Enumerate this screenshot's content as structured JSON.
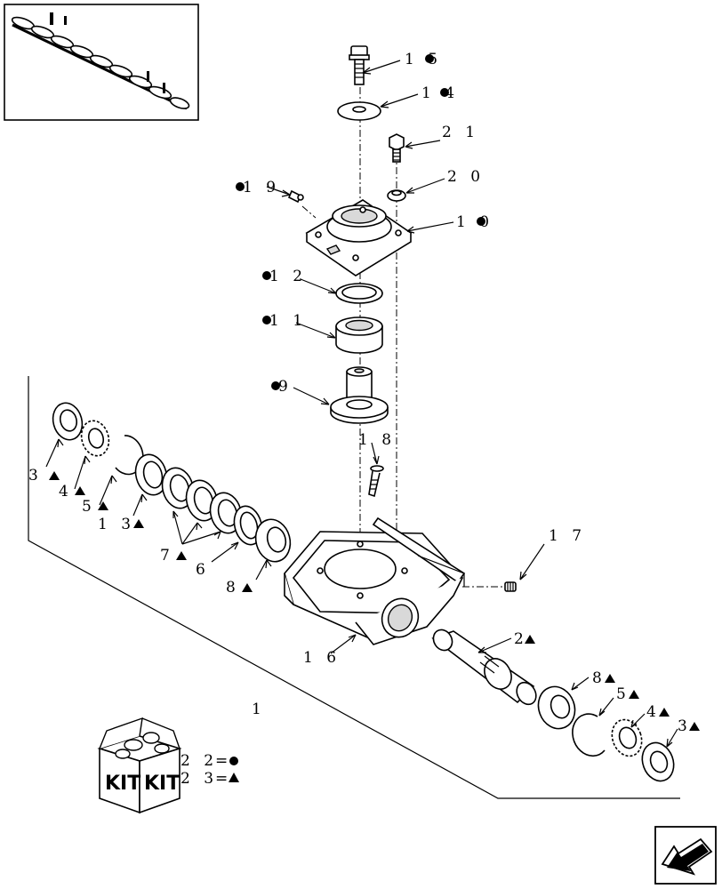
{
  "parts": [
    {
      "name": "part-label-15",
      "text": "1 5",
      "sym": "circle"
    },
    {
      "name": "part-label-14",
      "text": "1 4",
      "sym": "circle"
    },
    {
      "name": "part-label-21",
      "text": "2 1",
      "sym": ""
    },
    {
      "name": "part-label-20",
      "text": "2 0",
      "sym": ""
    },
    {
      "name": "part-label-19",
      "text": "1 9",
      "sym": "circle"
    },
    {
      "name": "part-label-10",
      "text": "1 0",
      "sym": "circle"
    },
    {
      "name": "part-label-12",
      "text": "1 2",
      "sym": "circle"
    },
    {
      "name": "part-label-11",
      "text": "1 1",
      "sym": "circle"
    },
    {
      "name": "part-label-9",
      "text": "9",
      "sym": "circle"
    },
    {
      "name": "part-label-18",
      "text": "1 8",
      "sym": ""
    },
    {
      "name": "part-label-3-left",
      "text": "3",
      "sym": "triangle"
    },
    {
      "name": "part-label-4-left",
      "text": "4",
      "sym": "triangle"
    },
    {
      "name": "part-label-5-left",
      "text": "5",
      "sym": "triangle"
    },
    {
      "name": "part-label-13",
      "text": "1 3",
      "sym": "triangle"
    },
    {
      "name": "part-label-7",
      "text": "7",
      "sym": "triangle"
    },
    {
      "name": "part-label-6",
      "text": "6",
      "sym": ""
    },
    {
      "name": "part-label-8-left",
      "text": "8",
      "sym": "triangle"
    },
    {
      "name": "part-label-17",
      "text": "1 7",
      "sym": ""
    },
    {
      "name": "part-label-2",
      "text": "2",
      "sym": "triangle"
    },
    {
      "name": "part-label-16",
      "text": "1 6",
      "sym": ""
    },
    {
      "name": "part-label-8-right",
      "text": "8",
      "sym": "triangle"
    },
    {
      "name": "part-label-5-right",
      "text": "5",
      "sym": "triangle"
    },
    {
      "name": "part-label-4-right",
      "text": "4",
      "sym": "triangle"
    },
    {
      "name": "part-label-3-right",
      "text": "3",
      "sym": "triangle"
    },
    {
      "name": "part-label-1",
      "text": "1",
      "sym": ""
    }
  ],
  "legend": {
    "kit_word": "KIT",
    "rows": [
      {
        "text": "2 2",
        "eq": "=",
        "sym": "circle"
      },
      {
        "text": "2 3",
        "eq": "=",
        "sym": "triangle"
      }
    ]
  },
  "nav": {
    "icon": "arrow-back-icon"
  }
}
